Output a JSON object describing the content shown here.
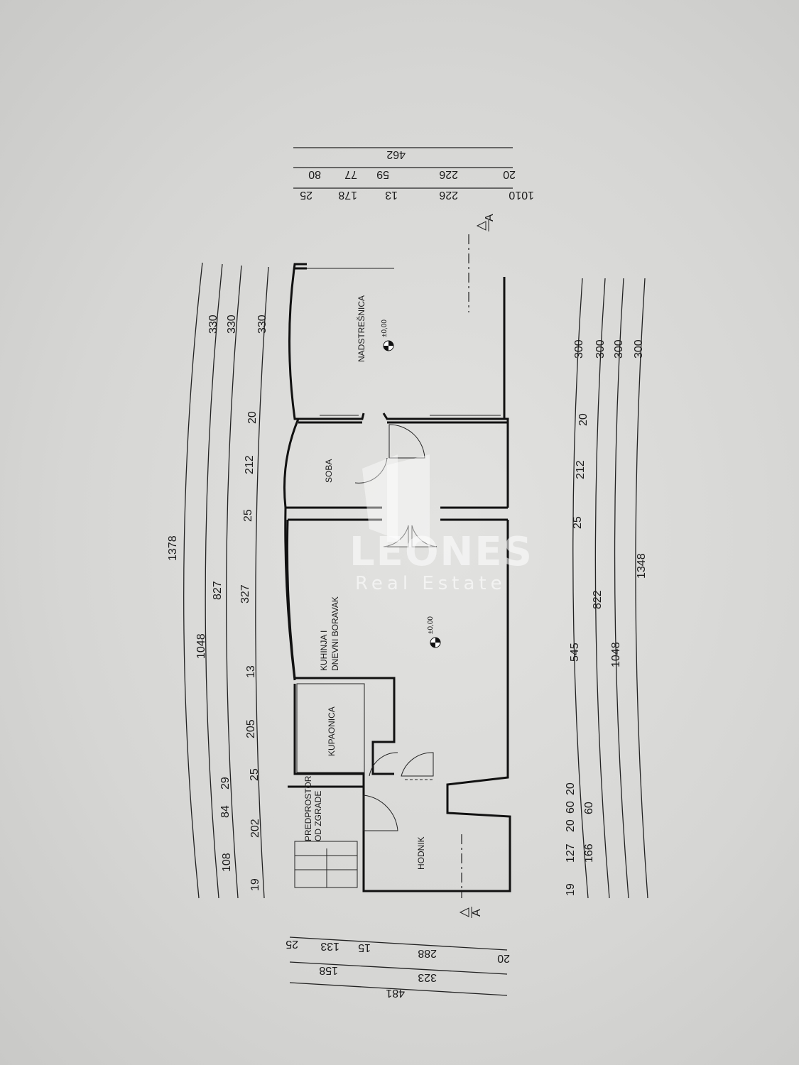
{
  "rooms": {
    "porch": "NADSTREŠNICA",
    "bedroom": "SOBA",
    "living_1": "KUHINJA I",
    "living_2": "DNEVNI BORAVAK",
    "bathroom": "KUPAONICA",
    "hallway": "HODNIK",
    "entry_1": "PREDPROSTOR",
    "entry_2": "OD ZGRADE"
  },
  "levels": [
    "±0,00",
    "±0,00"
  ],
  "section_marks": [
    "A",
    "A"
  ],
  "watermark": {
    "brand": "LEONES",
    "sub": "Real Estate"
  },
  "dims_left": {
    "row1": [
      "1378"
    ],
    "row2": [
      "1048",
      "330"
    ],
    "row3": [
      "108",
      "84",
      "29",
      "827",
      "330"
    ],
    "row4": [
      "19",
      "202",
      "25",
      "205",
      "13",
      "327",
      "25",
      "212",
      "20",
      "330"
    ]
  },
  "dims_right": {
    "row1": [
      "19",
      "127",
      "20",
      "60",
      "20",
      "545",
      "25",
      "212",
      "20",
      "300"
    ],
    "row2": [
      "166",
      "60",
      "822",
      "300"
    ],
    "row3": [
      "1048",
      "300"
    ],
    "row4": [
      "1348",
      "300"
    ]
  },
  "dims_top": {
    "row1": [
      "25",
      "178",
      "13",
      "226",
      "1010"
    ],
    "row2": [
      "80",
      "77",
      "59",
      "226",
      "20"
    ],
    "row3": [
      "462"
    ]
  },
  "dims_bottom": {
    "row1": [
      "25",
      "133",
      "15",
      "288",
      "20"
    ],
    "row2": [
      "158",
      "323"
    ],
    "row3": [
      "481"
    ]
  }
}
